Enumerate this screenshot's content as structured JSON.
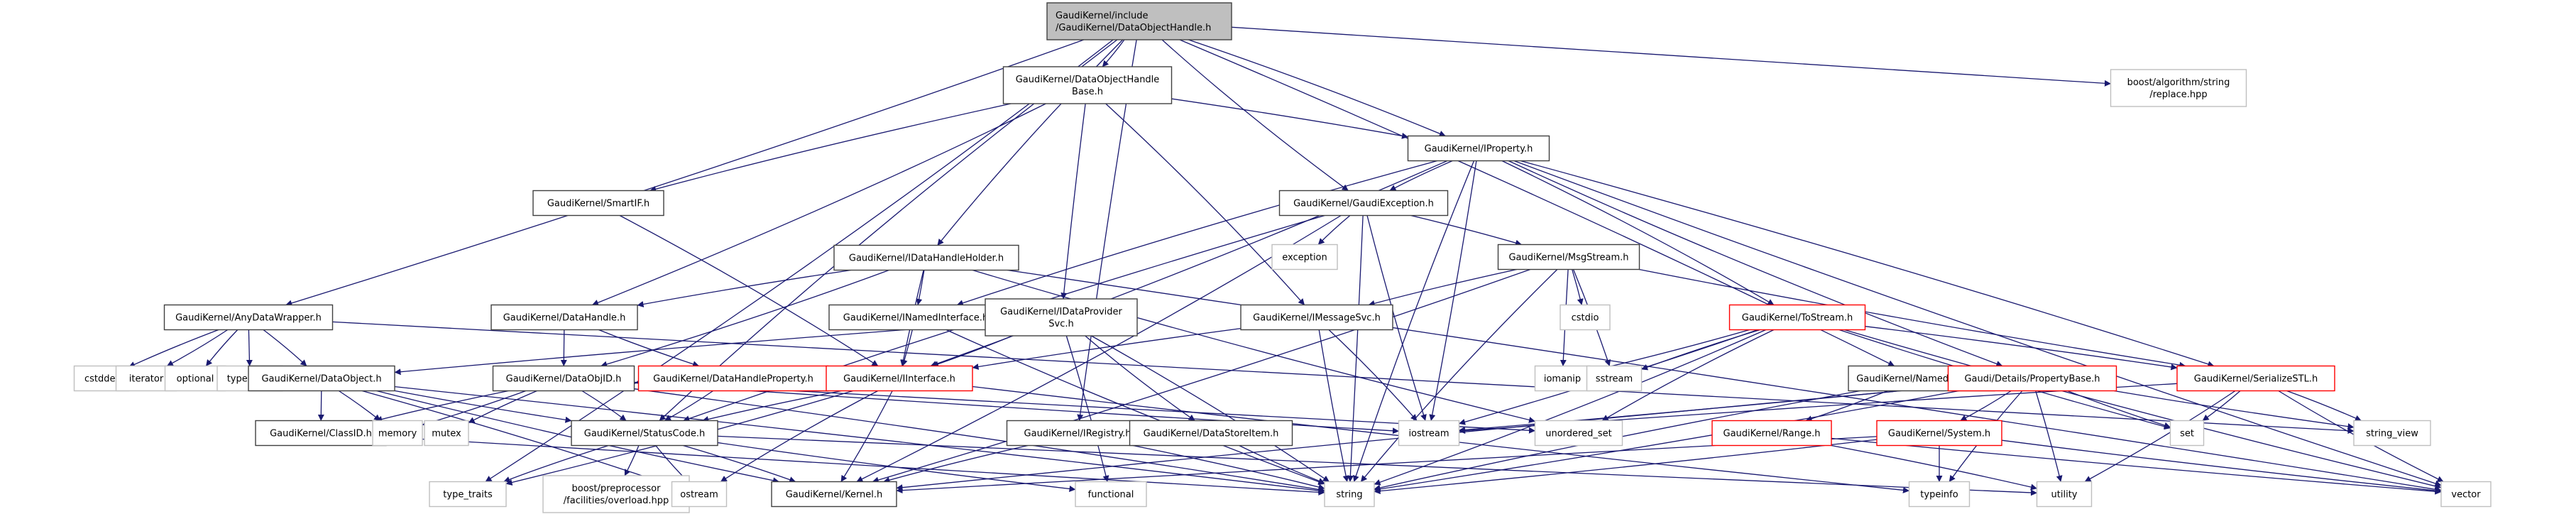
{
  "graph": {
    "title": "GaudiKernel/include/GaudiKernel/DataObjectHandle.h include dependency graph",
    "colors": {
      "edge": "#191970",
      "root_fill": "#bfbfbf",
      "root_border": "#404040",
      "documented_border": "#404040",
      "truncated_border": "#ff0000",
      "system_border": "#bfbfbf",
      "node_fill": "#ffffff"
    },
    "nodes": [
      {
        "id": "root",
        "lines": [
          "GaudiKernel/include",
          "/GaudiKernel/DataObjectHandle.h"
        ],
        "kind": "root"
      },
      {
        "id": "dohb",
        "lines": [
          "GaudiKernel/DataObjectHandle",
          "Base.h"
        ],
        "kind": "documented"
      },
      {
        "id": "replace",
        "lines": [
          "boost/algorithm/string",
          "/replace.hpp"
        ],
        "kind": "system"
      },
      {
        "id": "iprop",
        "lines": [
          "GaudiKernel/IProperty.h"
        ],
        "kind": "documented"
      },
      {
        "id": "smartif",
        "lines": [
          "GaudiKernel/SmartIF.h"
        ],
        "kind": "documented"
      },
      {
        "id": "gexc",
        "lines": [
          "GaudiKernel/GaudiException.h"
        ],
        "kind": "documented"
      },
      {
        "id": "exception",
        "lines": [
          "exception"
        ],
        "kind": "system"
      },
      {
        "id": "idhh",
        "lines": [
          "GaudiKernel/IDataHandleHolder.h"
        ],
        "kind": "documented"
      },
      {
        "id": "msgstream",
        "lines": [
          "GaudiKernel/MsgStream.h"
        ],
        "kind": "documented"
      },
      {
        "id": "cstdio",
        "lines": [
          "cstdio"
        ],
        "kind": "system"
      },
      {
        "id": "anydw",
        "lines": [
          "GaudiKernel/AnyDataWrapper.h"
        ],
        "kind": "documented"
      },
      {
        "id": "datahandle",
        "lines": [
          "GaudiKernel/DataHandle.h"
        ],
        "kind": "documented"
      },
      {
        "id": "inamed",
        "lines": [
          "GaudiKernel/INamedInterface.h"
        ],
        "kind": "documented"
      },
      {
        "id": "idps",
        "lines": [
          "GaudiKernel/IDataProvider",
          "Svc.h"
        ],
        "kind": "documented"
      },
      {
        "id": "imsgsvc",
        "lines": [
          "GaudiKernel/IMessageSvc.h"
        ],
        "kind": "documented"
      },
      {
        "id": "tostream",
        "lines": [
          "GaudiKernel/ToStream.h"
        ],
        "kind": "truncated"
      },
      {
        "id": "iomanip",
        "lines": [
          "iomanip"
        ],
        "kind": "system"
      },
      {
        "id": "sstream",
        "lines": [
          "sstream"
        ],
        "kind": "system"
      },
      {
        "id": "namedrange",
        "lines": [
          "GaudiKernel/NamedRange.h"
        ],
        "kind": "documented"
      },
      {
        "id": "propbase",
        "lines": [
          "Gaudi/Details/PropertyBase.h"
        ],
        "kind": "truncated"
      },
      {
        "id": "serstl",
        "lines": [
          "GaudiKernel/SerializeSTL.h"
        ],
        "kind": "truncated"
      },
      {
        "id": "cstddef",
        "lines": [
          "cstddef"
        ],
        "kind": "system"
      },
      {
        "id": "iterator",
        "lines": [
          "iterator"
        ],
        "kind": "system"
      },
      {
        "id": "optional",
        "lines": [
          "optional"
        ],
        "kind": "system"
      },
      {
        "id": "typeindex",
        "lines": [
          "typeindex"
        ],
        "kind": "system"
      },
      {
        "id": "dataobject",
        "lines": [
          "GaudiKernel/DataObject.h"
        ],
        "kind": "documented"
      },
      {
        "id": "dataobjid",
        "lines": [
          "GaudiKernel/DataObjID.h"
        ],
        "kind": "documented"
      },
      {
        "id": "dhprop",
        "lines": [
          "GaudiKernel/DataHandleProperty.h"
        ],
        "kind": "truncated"
      },
      {
        "id": "iinterface",
        "lines": [
          "GaudiKernel/IInterface.h"
        ],
        "kind": "truncated"
      },
      {
        "id": "classid",
        "lines": [
          "GaudiKernel/ClassID.h"
        ],
        "kind": "documented"
      },
      {
        "id": "memory",
        "lines": [
          "memory"
        ],
        "kind": "system"
      },
      {
        "id": "mutex",
        "lines": [
          "mutex"
        ],
        "kind": "system"
      },
      {
        "id": "statuscode",
        "lines": [
          "GaudiKernel/StatusCode.h"
        ],
        "kind": "documented"
      },
      {
        "id": "iregistry",
        "lines": [
          "GaudiKernel/IRegistry.h"
        ],
        "kind": "documented"
      },
      {
        "id": "dsitem",
        "lines": [
          "GaudiKernel/DataStoreItem.h"
        ],
        "kind": "documented"
      },
      {
        "id": "iostream",
        "lines": [
          "iostream"
        ],
        "kind": "system"
      },
      {
        "id": "unordered_set",
        "lines": [
          "unordered_set"
        ],
        "kind": "system"
      },
      {
        "id": "range",
        "lines": [
          "GaudiKernel/Range.h"
        ],
        "kind": "truncated"
      },
      {
        "id": "system",
        "lines": [
          "GaudiKernel/System.h"
        ],
        "kind": "truncated"
      },
      {
        "id": "set",
        "lines": [
          "set"
        ],
        "kind": "system"
      },
      {
        "id": "string_view",
        "lines": [
          "string_view"
        ],
        "kind": "system"
      },
      {
        "id": "type_traits",
        "lines": [
          "type_traits"
        ],
        "kind": "system"
      },
      {
        "id": "overload",
        "lines": [
          "boost/preprocessor",
          "/facilities/overload.hpp"
        ],
        "kind": "system"
      },
      {
        "id": "ostream",
        "lines": [
          "ostream"
        ],
        "kind": "system"
      },
      {
        "id": "kernel",
        "lines": [
          "GaudiKernel/Kernel.h"
        ],
        "kind": "documented"
      },
      {
        "id": "functional",
        "lines": [
          "functional"
        ],
        "kind": "system"
      },
      {
        "id": "string",
        "lines": [
          "string"
        ],
        "kind": "system"
      },
      {
        "id": "typeinfo",
        "lines": [
          "typeinfo"
        ],
        "kind": "system"
      },
      {
        "id": "utility",
        "lines": [
          "utility"
        ],
        "kind": "system"
      },
      {
        "id": "vector",
        "lines": [
          "vector"
        ],
        "kind": "system"
      }
    ],
    "edges": [
      [
        "root",
        "dohb"
      ],
      [
        "root",
        "replace"
      ],
      [
        "root",
        "iprop"
      ],
      [
        "root",
        "gexc"
      ],
      [
        "root",
        "anydw"
      ],
      [
        "root",
        "idhh"
      ],
      [
        "root",
        "type_traits"
      ],
      [
        "root",
        "iregistry"
      ],
      [
        "root",
        "namedrange"
      ],
      [
        "root",
        "statuscode"
      ],
      [
        "dohb",
        "iprop"
      ],
      [
        "dohb",
        "smartif"
      ],
      [
        "dohb",
        "datahandle"
      ],
      [
        "dohb",
        "idps"
      ],
      [
        "dohb",
        "imsgsvc"
      ],
      [
        "iprop",
        "gexc"
      ],
      [
        "iprop",
        "iinterface"
      ],
      [
        "iprop",
        "inamed"
      ],
      [
        "iprop",
        "tostream"
      ],
      [
        "iprop",
        "propbase"
      ],
      [
        "iprop",
        "serstl"
      ],
      [
        "iprop",
        "string"
      ],
      [
        "iprop",
        "iostream"
      ],
      [
        "iprop",
        "vector"
      ],
      [
        "smartif",
        "iinterface"
      ],
      [
        "gexc",
        "exception"
      ],
      [
        "gexc",
        "msgstream"
      ],
      [
        "gexc",
        "statuscode"
      ],
      [
        "gexc",
        "string"
      ],
      [
        "gexc",
        "iostream"
      ],
      [
        "gexc",
        "kernel"
      ],
      [
        "idhh",
        "datahandle"
      ],
      [
        "idhh",
        "inamed"
      ],
      [
        "idhh",
        "iinterface"
      ],
      [
        "idhh",
        "dataobjid"
      ],
      [
        "idhh",
        "unordered_set"
      ],
      [
        "idhh",
        "vector"
      ],
      [
        "msgstream",
        "imsgsvc"
      ],
      [
        "msgstream",
        "cstdio"
      ],
      [
        "msgstream",
        "iomanip"
      ],
      [
        "msgstream",
        "sstream"
      ],
      [
        "msgstream",
        "string"
      ],
      [
        "msgstream",
        "kernel"
      ],
      [
        "msgstream",
        "serstl"
      ],
      [
        "anydw",
        "dataobject"
      ],
      [
        "anydw",
        "cstddef"
      ],
      [
        "anydw",
        "iterator"
      ],
      [
        "anydw",
        "optional"
      ],
      [
        "anydw",
        "typeindex"
      ],
      [
        "anydw",
        "string_view"
      ],
      [
        "datahandle",
        "dataobjid"
      ],
      [
        "datahandle",
        "dhprop"
      ],
      [
        "inamed",
        "iinterface"
      ],
      [
        "inamed",
        "string"
      ],
      [
        "idps",
        "iinterface"
      ],
      [
        "idps",
        "dsitem"
      ],
      [
        "idps",
        "string"
      ],
      [
        "idps",
        "dataobject"
      ],
      [
        "idps",
        "functional"
      ],
      [
        "imsgsvc",
        "iinterface"
      ],
      [
        "imsgsvc",
        "iostream"
      ],
      [
        "imsgsvc",
        "string"
      ],
      [
        "tostream",
        "iomanip"
      ],
      [
        "tostream",
        "sstream"
      ],
      [
        "tostream",
        "iostream"
      ],
      [
        "tostream",
        "set"
      ],
      [
        "tostream",
        "string"
      ],
      [
        "tostream",
        "unordered_set"
      ],
      [
        "tostream",
        "serstl"
      ],
      [
        "tostream",
        "vector"
      ],
      [
        "namedrange",
        "range"
      ],
      [
        "namedrange",
        "string"
      ],
      [
        "propbase",
        "system"
      ],
      [
        "propbase",
        "set"
      ],
      [
        "propbase",
        "utility"
      ],
      [
        "propbase",
        "typeinfo"
      ],
      [
        "propbase",
        "string"
      ],
      [
        "propbase",
        "string_view"
      ],
      [
        "propbase",
        "iostream"
      ],
      [
        "propbase",
        "kernel"
      ],
      [
        "serstl",
        "set"
      ],
      [
        "serstl",
        "vector"
      ],
      [
        "serstl",
        "utility"
      ],
      [
        "serstl",
        "iostream"
      ],
      [
        "serstl",
        "string_view"
      ],
      [
        "dataobject",
        "classid"
      ],
      [
        "dataobject",
        "memory"
      ],
      [
        "dataobject",
        "statuscode"
      ],
      [
        "dataobject",
        "ostream"
      ],
      [
        "dataobject",
        "kernel"
      ],
      [
        "dataobject",
        "string"
      ],
      [
        "dataobjid",
        "classid"
      ],
      [
        "dataobjid",
        "memory"
      ],
      [
        "dataobjid",
        "mutex"
      ],
      [
        "dataobjid",
        "statuscode"
      ],
      [
        "dataobjid",
        "iostream"
      ],
      [
        "dataobjid",
        "string"
      ],
      [
        "dataobjid",
        "unordered_set"
      ],
      [
        "dhprop",
        "statuscode"
      ],
      [
        "iinterface",
        "statuscode"
      ],
      [
        "iinterface",
        "kernel"
      ],
      [
        "iinterface",
        "ostream"
      ],
      [
        "iinterface",
        "type_traits"
      ],
      [
        "iinterface",
        "typeinfo"
      ],
      [
        "classid",
        "string"
      ],
      [
        "statuscode",
        "type_traits"
      ],
      [
        "statuscode",
        "overload"
      ],
      [
        "statuscode",
        "ostream"
      ],
      [
        "statuscode",
        "kernel"
      ],
      [
        "statuscode",
        "functional"
      ],
      [
        "statuscode",
        "utility"
      ],
      [
        "iregistry",
        "kernel"
      ],
      [
        "iregistry",
        "string"
      ],
      [
        "dsitem",
        "string"
      ],
      [
        "range",
        "utility"
      ],
      [
        "range",
        "vector"
      ],
      [
        "system",
        "kernel"
      ],
      [
        "system",
        "typeinfo"
      ],
      [
        "system",
        "string"
      ],
      [
        "system",
        "vector"
      ]
    ]
  }
}
